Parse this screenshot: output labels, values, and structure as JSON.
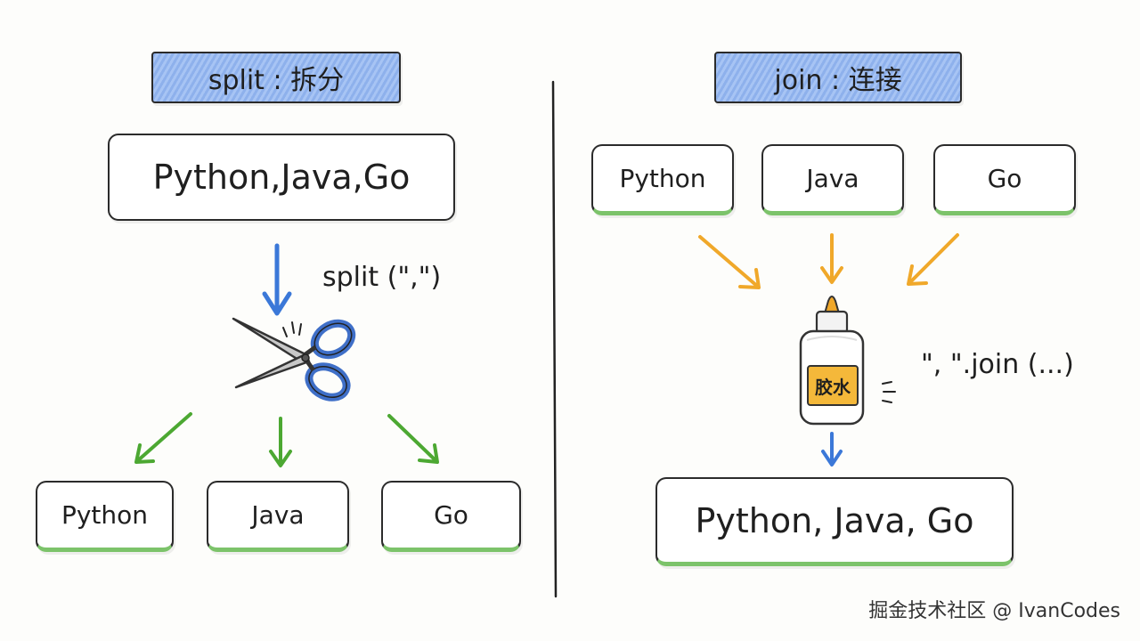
{
  "split": {
    "title": "split : 拆分",
    "input": "Python,Java,Go",
    "call": "split (\",\")",
    "outputs": [
      "Python",
      "Java",
      "Go"
    ]
  },
  "join": {
    "title": "join : 连接",
    "inputs": [
      "Python",
      "Java",
      "Go"
    ],
    "glue_label": "胶水",
    "call": "\", \".join (...)",
    "output": "Python, Java, Go"
  },
  "watermark": "掘金技术社区 @ IvanCodes",
  "colors": {
    "title_bg": "#a9c5f3",
    "blue_arrow": "#3b78d8",
    "green_arrow": "#4ca832",
    "orange_arrow": "#f0a82a",
    "underline": "#7cc36a",
    "glue_label": "#f4b83a"
  }
}
